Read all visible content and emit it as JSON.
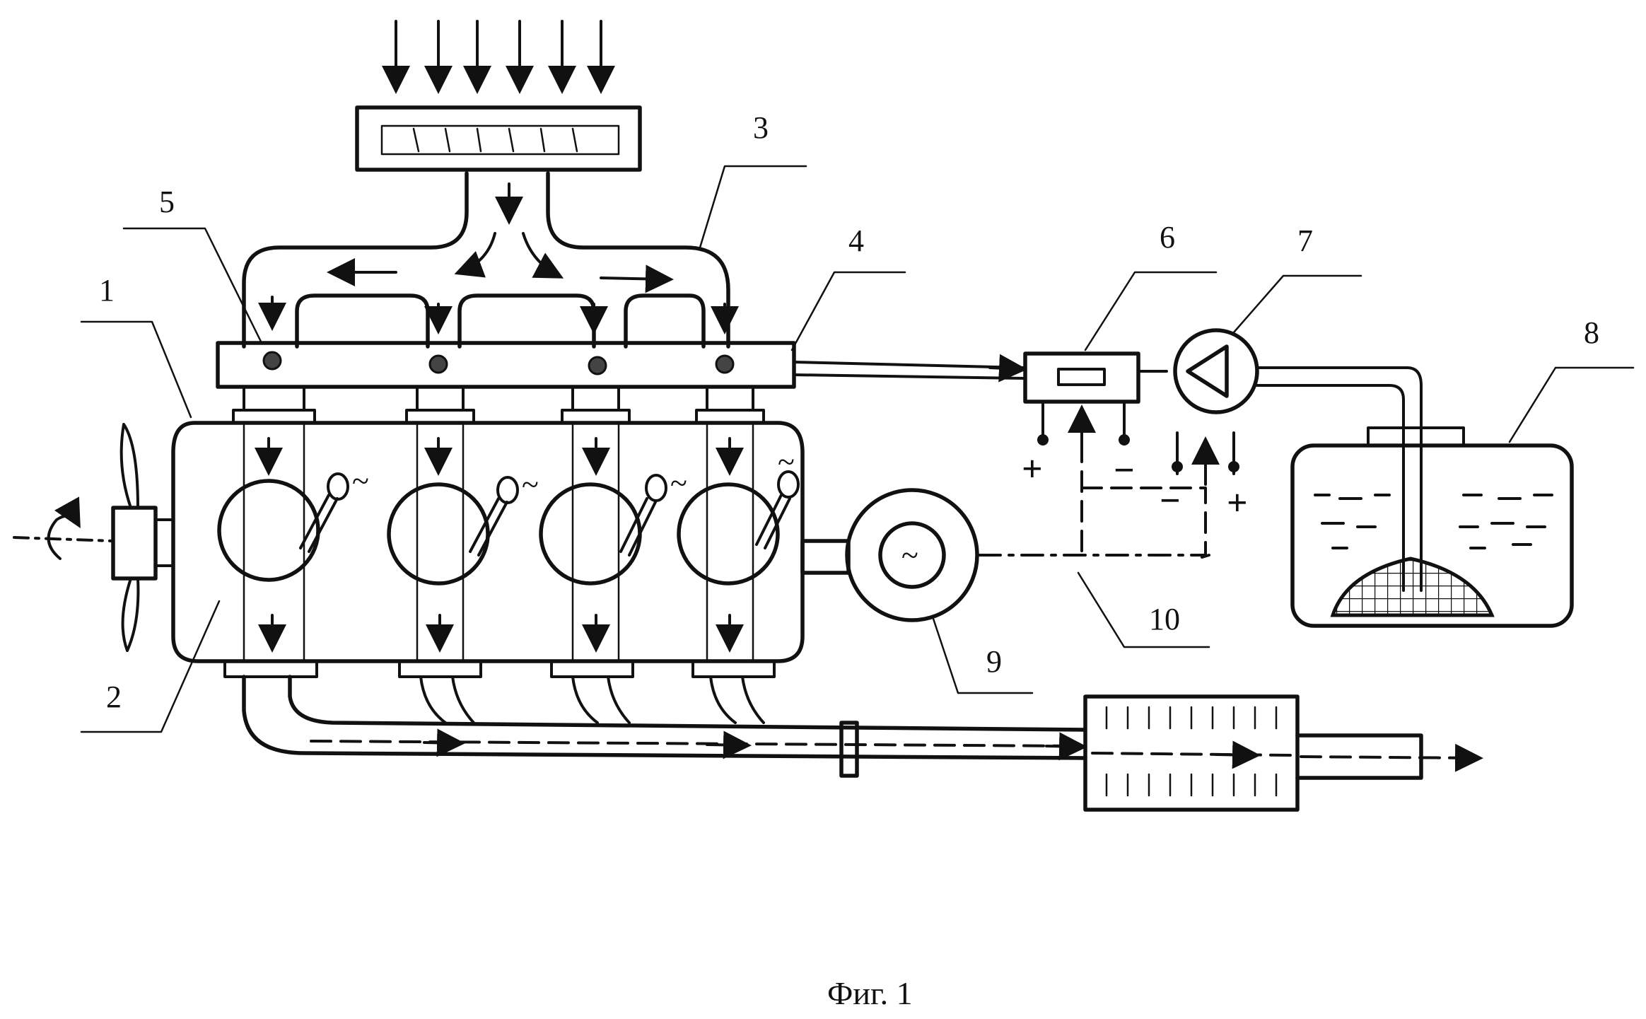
{
  "figure": {
    "caption": "Фиг. 1",
    "labels": {
      "engine_block": "1",
      "cylinder": "2",
      "intake_manifold": "3",
      "fuel_rail": "4",
      "injector": "5",
      "controller": "6",
      "fuel_pump": "7",
      "fuel_tank": "8",
      "generator": "9",
      "electric_circuit": "10"
    },
    "terminals": {
      "controller_plus": "+",
      "controller_minus": "−",
      "pump_minus": "−",
      "pump_plus": "+"
    },
    "glyphs": {
      "generator_symbol": "~",
      "spark_symbol": "~"
    }
  }
}
